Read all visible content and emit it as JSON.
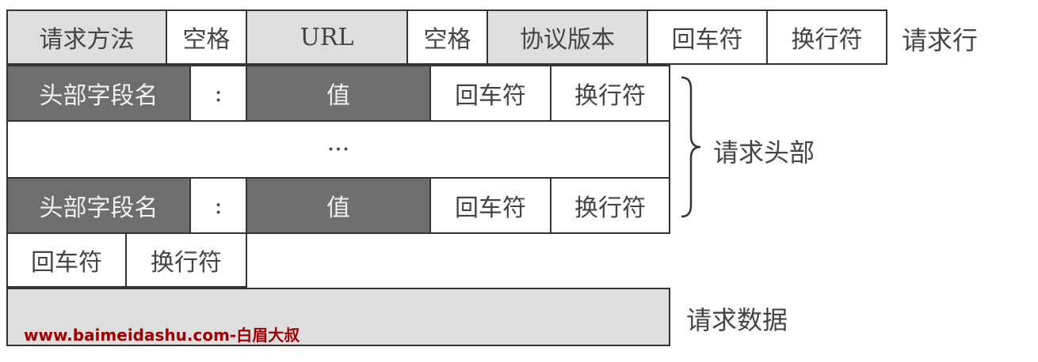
{
  "request_line": {
    "cells": [
      "请求方法",
      "空格",
      "URL",
      "空格",
      "协议版本",
      "回车符",
      "换行符"
    ],
    "label": "请求行"
  },
  "header_rows": [
    [
      "头部字段名",
      ":",
      "值",
      "回车符",
      "换行符"
    ],
    [
      "头部字段名",
      ":",
      "值",
      "回车符",
      "换行符"
    ]
  ],
  "ellipsis": "···",
  "header_label": "请求头部",
  "blank_line": [
    "回车符",
    "换行符"
  ],
  "body_label": "请求数据",
  "watermark": "www.baimeidashu.com-白眉大叔",
  "colors": {
    "light": "#dedede",
    "dark": "#6e6e6e",
    "border": "#333333",
    "watermark": "#a00000"
  }
}
